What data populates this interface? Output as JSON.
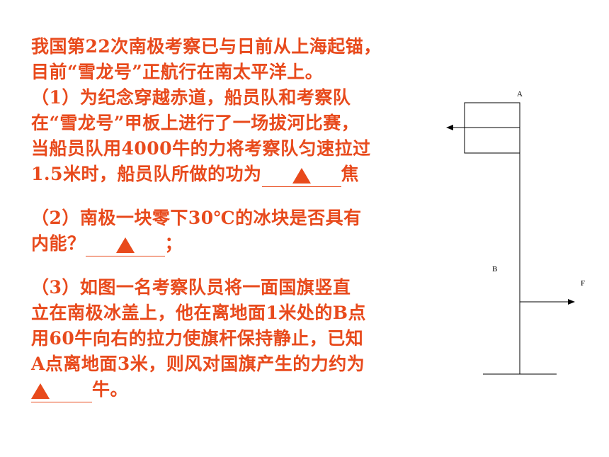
{
  "question": {
    "intro_line1": "我国第22次南极考察已与日前从上海起锚，",
    "intro_line2": "目前“雪龙号”正航行在南太平洋上。",
    "q1_line1": "（1）为纪念穿越赤道，船员队和考察队",
    "q1_line2": "在“雪龙号”甲板上进行了一场拔河比赛，",
    "q1_line3": "当船员队用4000牛的力将考察队匀速拉过",
    "q1_line4_prefix": "1.5米时，船员队所做的功为",
    "q1_line4_suffix": "焦",
    "q2_line1": "（2）南极一块零下30℃的冰块是否具有",
    "q2_line2_prefix": "内能？",
    "q2_line2_suffix": "；",
    "q3_line1": "（3）如图一名考察队员将一面国旗竖直",
    "q3_line2": "立在南极冰盖上，他在离地面1米处的B点",
    "q3_line3": "用60牛向右的拉力使旗杆保持静止，已知",
    "q3_line4": "A点离地面3米，则风对国旗产生的力约为",
    "q3_line5_suffix": "牛。"
  },
  "diagram": {
    "label_a": "A",
    "label_b": "B",
    "label_f": "F"
  },
  "colors": {
    "text": "#e84a1c",
    "diagram": "#000000"
  }
}
